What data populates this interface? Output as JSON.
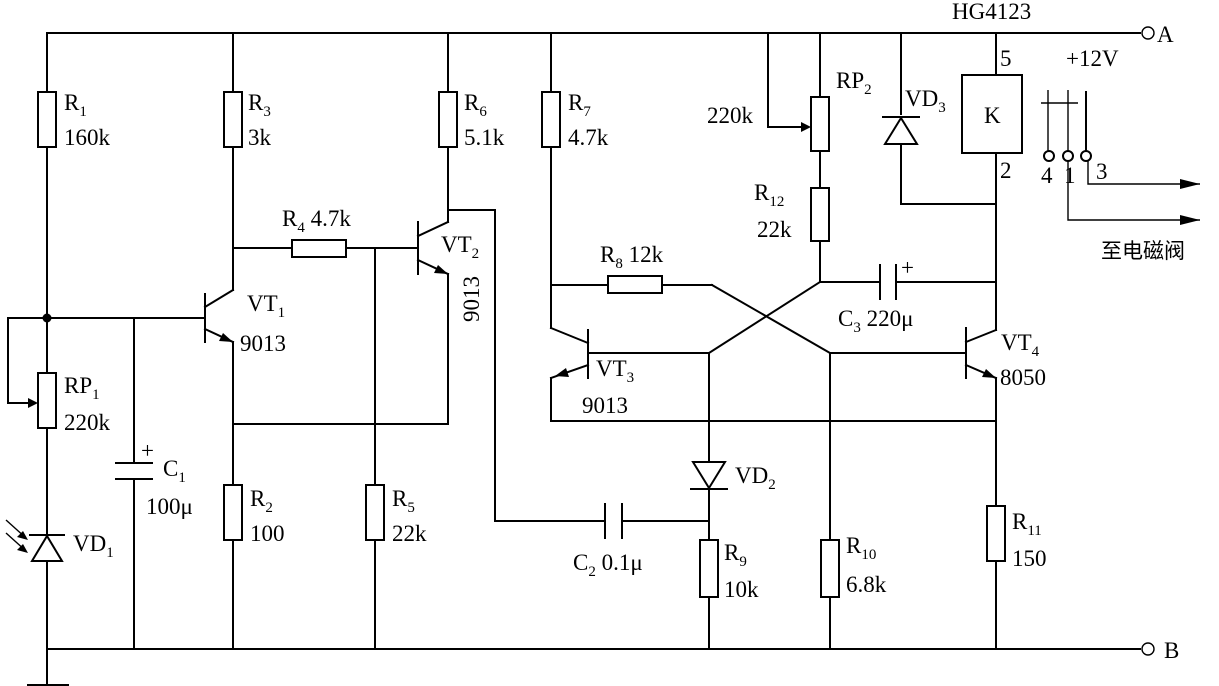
{
  "ic_label": "HG4123",
  "terminals": {
    "a": "A",
    "b": "B",
    "supply": "+12V"
  },
  "resistors": {
    "r1": {
      "ref": "R",
      "sub": "1",
      "value": "160k"
    },
    "r2": {
      "ref": "R",
      "sub": "2",
      "value": "100"
    },
    "r3": {
      "ref": "R",
      "sub": "3",
      "value": "3k"
    },
    "r4": {
      "ref": "R",
      "sub": "4",
      "value": "4.7k"
    },
    "r5": {
      "ref": "R",
      "sub": "5",
      "value": "22k"
    },
    "r6": {
      "ref": "R",
      "sub": "6",
      "value": "5.1k"
    },
    "r7": {
      "ref": "R",
      "sub": "7",
      "value": "4.7k"
    },
    "r8": {
      "ref": "R",
      "sub": "8",
      "value": "12k"
    },
    "r9": {
      "ref": "R",
      "sub": "9",
      "value": "10k"
    },
    "r10": {
      "ref": "R",
      "sub": "10",
      "value": "6.8k"
    },
    "r11": {
      "ref": "R",
      "sub": "11",
      "value": "150"
    },
    "r12": {
      "ref": "R",
      "sub": "12",
      "value": "22k"
    }
  },
  "pots": {
    "rp1": {
      "ref": "RP",
      "sub": "1",
      "value": "220k"
    },
    "rp2": {
      "ref": "RP",
      "sub": "2",
      "value": "220k"
    }
  },
  "capacitors": {
    "c1": {
      "ref": "C",
      "sub": "1",
      "value": "100μ"
    },
    "c2": {
      "ref": "C",
      "sub": "2",
      "value": "0.1μ"
    },
    "c3": {
      "ref": "C",
      "sub": "3",
      "value": "220μ"
    }
  },
  "diodes": {
    "vd1": {
      "ref": "VD",
      "sub": "1"
    },
    "vd2": {
      "ref": "VD",
      "sub": "2"
    },
    "vd3": {
      "ref": "VD",
      "sub": "3"
    }
  },
  "transistors": {
    "vt1": {
      "ref": "VT",
      "sub": "1",
      "part": "9013"
    },
    "vt2": {
      "ref": "VT",
      "sub": "2",
      "part": "9013"
    },
    "vt3": {
      "ref": "VT",
      "sub": "3",
      "part": "9013"
    },
    "vt4": {
      "ref": "VT",
      "sub": "4",
      "part": "8050"
    }
  },
  "relay": {
    "coil_label": "K",
    "pins": {
      "p5": "5",
      "p2": "2",
      "p4": "4",
      "p1": "1",
      "p3": "3"
    },
    "output_label": "至电磁阀"
  },
  "polarity_mark": "+"
}
